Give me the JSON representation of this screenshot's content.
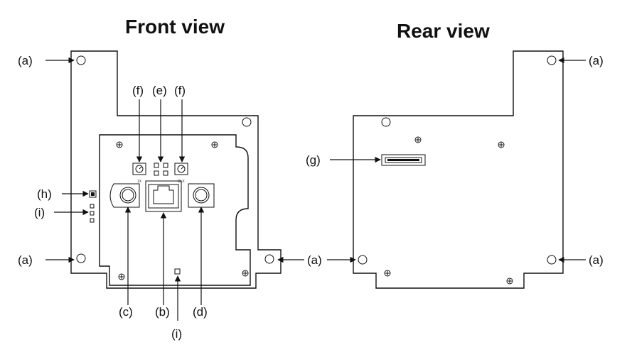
{
  "titles": {
    "front": "Front view",
    "rear": "Rear view"
  },
  "labels": {
    "a": "(a)",
    "b": "(b)",
    "c": "(c)",
    "d": "(d)",
    "e": "(e)",
    "f": "(f)",
    "g": "(g)",
    "h": "(h)",
    "i": "(i)"
  },
  "switch_marks": {
    "left": "1X",
    "right": "DLX"
  }
}
